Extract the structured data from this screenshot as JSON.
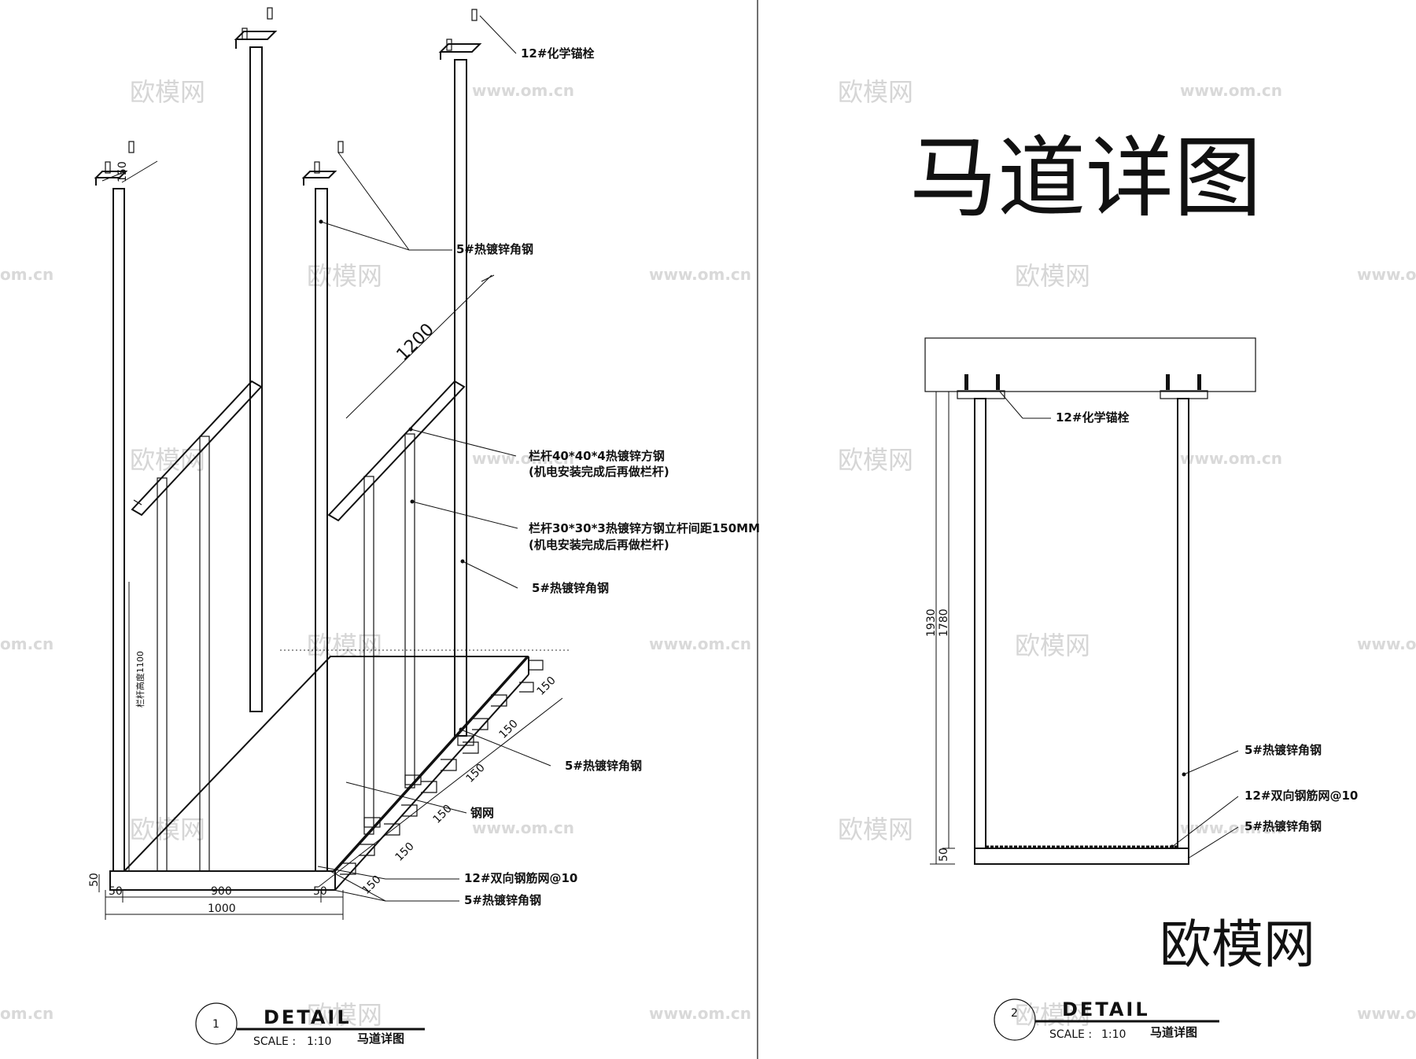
{
  "sheet_title": "马道详图",
  "brand_logo_text": "欧模网",
  "watermarks": {
    "logo": "欧模网",
    "url": "www.om.cn",
    "url_partial": "om.cn"
  },
  "left_detail": {
    "number": "1",
    "heading": "DETAIL",
    "scale_label": "SCALE :",
    "scale_value": "1:10",
    "name": "马道详图",
    "callouts": {
      "anchor_bolt": "12#化学锚栓",
      "hanger_angle": "5#热镀锌角钢",
      "top_rail_line1": "栏杆40*40*4热镀锌方钢",
      "top_rail_line2": "(机电安装完成后再做栏杆)",
      "baluster_line1": "栏杆30*30*3热镀锌方钢立杆间距150MM",
      "baluster_line2": "(机电安装完成后再做栏杆)",
      "post_angle": "5#热镀锌角钢",
      "floor_angle": "5#热镀锌角钢",
      "steel_mesh": "钢网",
      "rebar_mesh": "12#双向钢筋网@10",
      "edge_angle": "5#热镀锌角钢"
    },
    "dimensions": {
      "top_150": "150",
      "rail_height": "1200",
      "rail_height_side": "栏杆高度1100",
      "spacing": [
        "150",
        "150",
        "150",
        "150",
        "150",
        "150"
      ],
      "base_50": "50",
      "width_left": "50",
      "width_mid": "900",
      "width_right": "50",
      "width_total": "1000"
    }
  },
  "right_detail": {
    "number": "2",
    "heading": "DETAIL",
    "scale_label": "SCALE :",
    "scale_value": "1:10",
    "name": "马道详图",
    "callouts": {
      "anchor_bolt": "12#化学锚栓",
      "hanger_angle": "5#热镀锌角钢",
      "rebar_mesh": "12#双向钢筋网@10",
      "bottom_angle": "5#热镀锌角钢"
    },
    "dimensions": {
      "total": "1930",
      "clear": "1780",
      "base": "50"
    }
  }
}
